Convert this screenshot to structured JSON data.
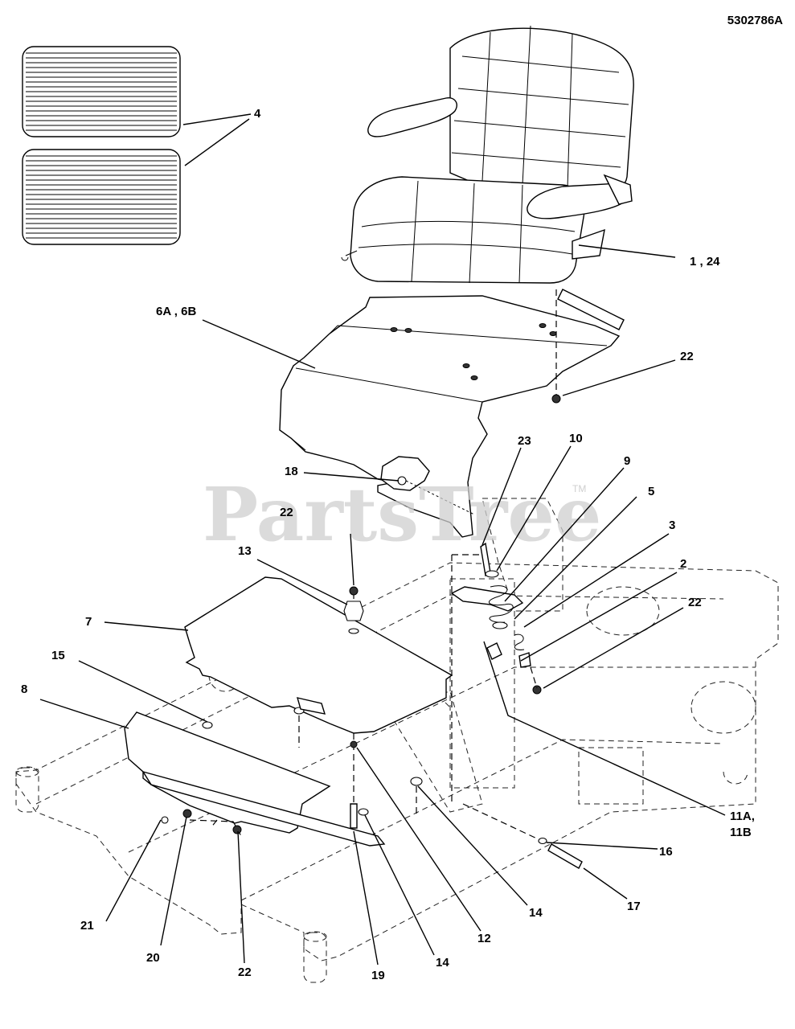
{
  "diagram": {
    "document_number": "5302786A",
    "watermark": "PartsTree",
    "watermark_tm": "TM",
    "callouts": [
      {
        "id": "c-4",
        "text": "4"
      },
      {
        "id": "c-1-24",
        "text": "1 , 24"
      },
      {
        "id": "c-6a-6b",
        "text": "6A , 6B"
      },
      {
        "id": "c-22-a",
        "text": "22"
      },
      {
        "id": "c-23",
        "text": "23"
      },
      {
        "id": "c-10",
        "text": "10"
      },
      {
        "id": "c-9",
        "text": "9"
      },
      {
        "id": "c-5",
        "text": "5"
      },
      {
        "id": "c-18",
        "text": "18"
      },
      {
        "id": "c-3",
        "text": "3"
      },
      {
        "id": "c-22-b",
        "text": "22"
      },
      {
        "id": "c-2",
        "text": "2"
      },
      {
        "id": "c-13",
        "text": "13"
      },
      {
        "id": "c-22-c",
        "text": "22"
      },
      {
        "id": "c-7",
        "text": "7"
      },
      {
        "id": "c-15",
        "text": "15"
      },
      {
        "id": "c-8",
        "text": "8"
      },
      {
        "id": "c-11a",
        "text": "11A,"
      },
      {
        "id": "c-11b",
        "text": "11B"
      },
      {
        "id": "c-16",
        "text": "16"
      },
      {
        "id": "c-17",
        "text": "17"
      },
      {
        "id": "c-14-a",
        "text": "14"
      },
      {
        "id": "c-12",
        "text": "12"
      },
      {
        "id": "c-14-b",
        "text": "14"
      },
      {
        "id": "c-21",
        "text": "21"
      },
      {
        "id": "c-20",
        "text": "20"
      },
      {
        "id": "c-22-d",
        "text": "22"
      },
      {
        "id": "c-19",
        "text": "19"
      }
    ]
  }
}
